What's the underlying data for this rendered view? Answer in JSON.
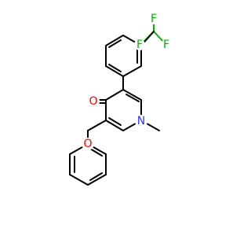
{
  "molecule": {
    "atoms": [
      {
        "id": "N1",
        "label": "N",
        "color": "#3333ff"
      },
      {
        "id": "O4",
        "label": "O",
        "color": "#ff0000"
      },
      {
        "id": "Oe",
        "label": "O",
        "color": "#ff0000"
      },
      {
        "id": "F1",
        "label": "F",
        "color": "#00b400"
      },
      {
        "id": "F2",
        "label": "F",
        "color": "#00b400"
      },
      {
        "id": "F3",
        "label": "F",
        "color": "#00b400"
      }
    ],
    "bond_color": "#000000"
  }
}
